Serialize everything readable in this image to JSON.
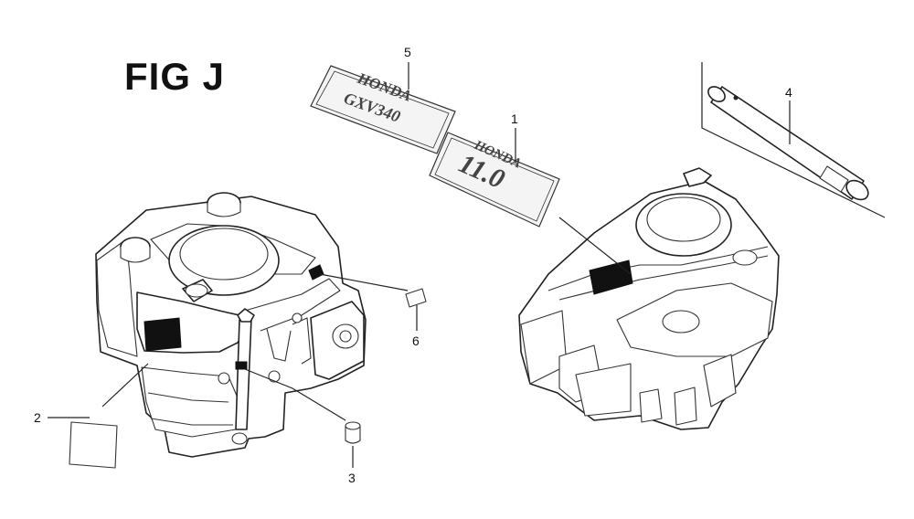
{
  "figure": {
    "title": "FIG J"
  },
  "callouts": [
    {
      "id": "1",
      "text": "1"
    },
    {
      "id": "2",
      "text": "2"
    },
    {
      "id": "3",
      "text": "3"
    },
    {
      "id": "4",
      "text": "4"
    },
    {
      "id": "5",
      "text": "5"
    },
    {
      "id": "6",
      "text": "6"
    }
  ],
  "emblems": {
    "label_5": {
      "brand": "HONDA",
      "model": "GXV340"
    },
    "label_1": {
      "brand": "HONDA",
      "model": "11.0"
    }
  }
}
